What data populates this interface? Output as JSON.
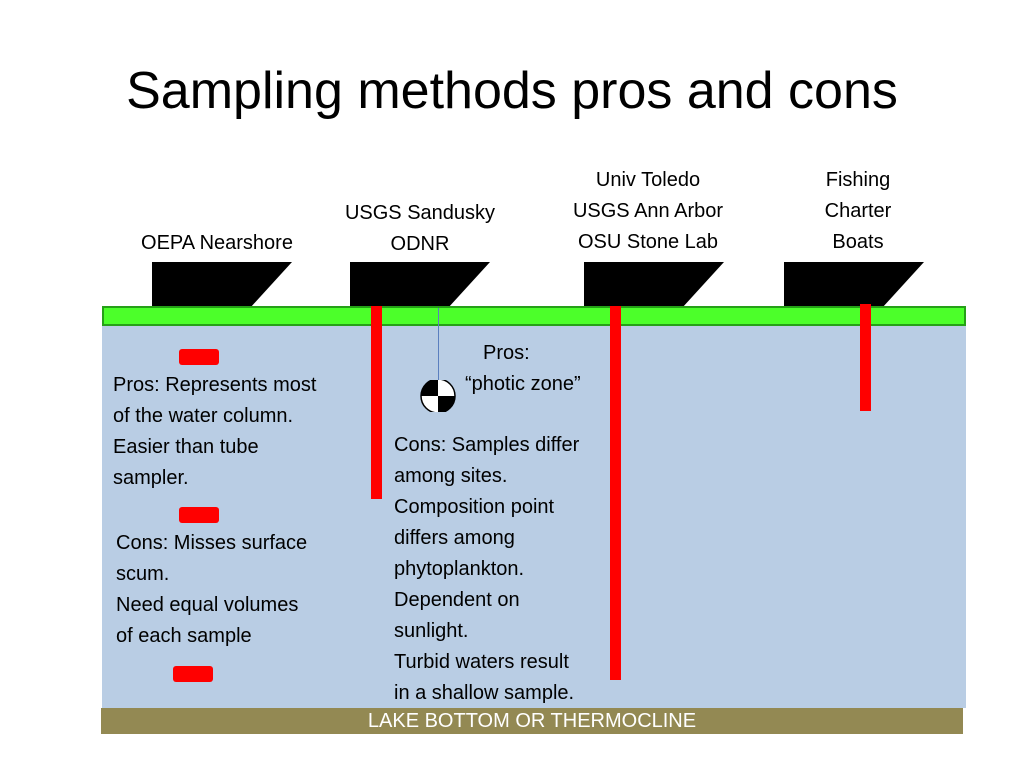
{
  "title": "Sampling methods pros and cons",
  "agencies": {
    "oepa": [
      "OEPA Nearshore"
    ],
    "usgs_sandusky": [
      "USGS Sandusky",
      "ODNR"
    ],
    "univ_toledo": [
      "Univ Toledo",
      "USGS Ann Arbor",
      "OSU Stone Lab"
    ],
    "fishing": [
      "Fishing",
      "Charter",
      "Boats"
    ]
  },
  "tube_sampler": {
    "pros": [
      "Pros: Represents most",
      "of the water column.",
      "Easier than tube",
      "sampler."
    ],
    "cons": [
      "Cons: Misses surface",
      "scum.",
      "Need equal volumes",
      "of each sample"
    ]
  },
  "photic": {
    "pros": [
      "Pros:",
      "“photic zone”"
    ],
    "cons": [
      "Cons: Samples differ",
      "among sites.",
      "Composition point",
      "differs among",
      "phytoplankton.",
      "Dependent on",
      "sunlight.",
      "Turbid waters result",
      "in a shallow sample."
    ]
  },
  "bottom_label": "LAKE BOTTOM OR THERMOCLINE",
  "colors": {
    "water": "#b9cde4",
    "surface": "#4cff2a",
    "bottom": "#938953",
    "sampler": "#ff0000",
    "boat": "#000000"
  },
  "icons": {
    "secchi_disk": "secchi-disk-icon"
  }
}
